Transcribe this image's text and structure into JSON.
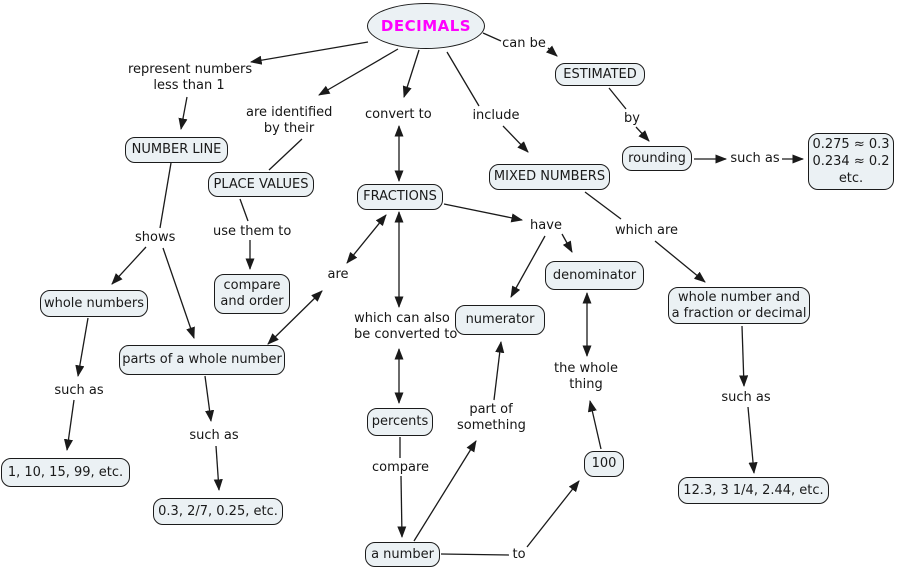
{
  "root": {
    "label": "DECIMALS",
    "text_color": "#ff00ff"
  },
  "colors": {
    "node_fill": "#ebf1f4",
    "node_border": "#1b1b1b",
    "edge": "#1a1a1a",
    "background": "#ffffff"
  },
  "nodes": {
    "estimated": "ESTIMATED",
    "number_line": "NUMBER LINE",
    "place_values": "PLACE VALUES",
    "rounding": "rounding",
    "rounding_examples": [
      "0.275 ≈ 0.3",
      "0.234 ≈ 0.2",
      "etc."
    ],
    "mixed_numbers": "MIXED NUMBERS",
    "fractions": "FRACTIONS",
    "whole_numbers": "whole numbers",
    "compare_order": [
      "compare",
      "and order"
    ],
    "parts_whole": "parts of a whole number",
    "denominator": "denominator",
    "numerator": "numerator",
    "percents": "percents",
    "ones_examples": "1, 10, 15, 99, etc.",
    "decimals_examples": "0.3, 2/7, 0.25, etc.",
    "a_number": "a number",
    "hundred": "100",
    "whole_fraction": [
      "whole number and",
      "a fraction or decimal"
    ],
    "mixed_examples": "12.3, 3 1/4, 2.44, etc."
  },
  "labels": {
    "can_be": "can be",
    "represent": [
      "represent numbers",
      "less than 1"
    ],
    "are_identified": [
      "are identified",
      "by their"
    ],
    "convert_to": "convert to",
    "include": "include",
    "by": "by",
    "such_as_right": "such as",
    "shows": "shows",
    "use_them_to": "use them to",
    "are": "are",
    "have": "have",
    "which_are": "which are",
    "which_can": [
      "which can also",
      "be converted to"
    ],
    "whole_thing": [
      "the whole",
      "thing"
    ],
    "part_of": [
      "part of",
      "something"
    ],
    "such_as_left": "such as",
    "such_as_mid": "such as",
    "such_as_br": "such as",
    "compare": "compare",
    "to": "to"
  }
}
